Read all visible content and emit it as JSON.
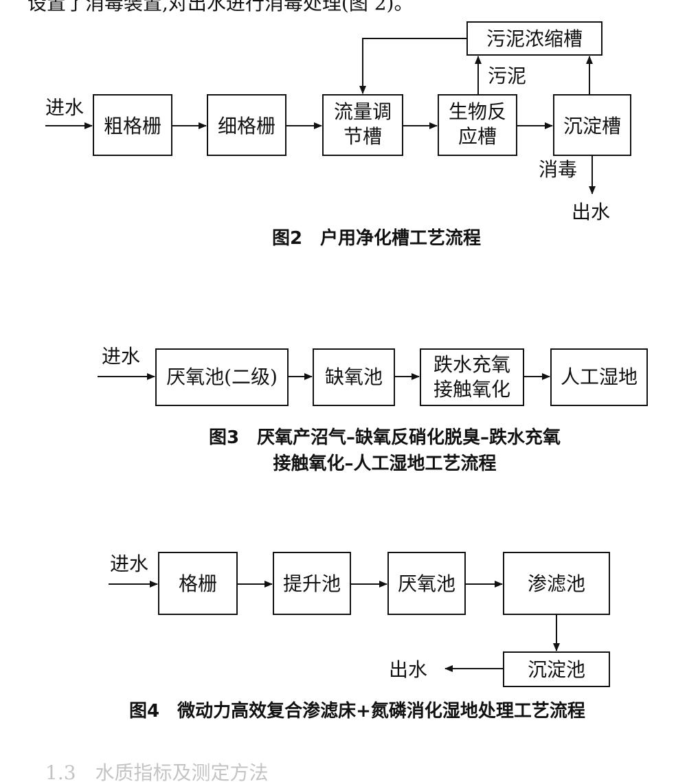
{
  "top_text": "设置了消毒装置,对出水进行消毒处理(图 2)。",
  "fig2": {
    "input": "进水",
    "sludge_tank": "污泥浓缩槽",
    "sludge": "污泥",
    "coarse_grid": "粗格栅",
    "fine_grid": "细格栅",
    "flow_tank_l1": "流量调",
    "flow_tank_l2": "节槽",
    "bio_l1": "生物反",
    "bio_l2": "应槽",
    "sedimentation": "沉淀槽",
    "disinfection": "消毒",
    "output": "出水",
    "caption": "图2　户用净化槽工艺流程"
  },
  "fig3": {
    "input": "进水",
    "anaerobic": "厌氧池(二级)",
    "anoxic": "缺氧池",
    "drop_l1": "跌水充氧",
    "drop_l2": "接触氧化",
    "wetland": "人工湿地",
    "caption_l1": "图3　厌氧产沼气–缺氧反硝化脱臭–跌水充氧",
    "caption_l2": "接触氧化–人工湿地工艺流程"
  },
  "fig4": {
    "input": "进水",
    "grid": "格栅",
    "lift": "提升池",
    "anaerobic": "厌氧池",
    "filter": "渗滤池",
    "sedimentation": "沉淀池",
    "output": "出水",
    "caption": "图4　微动力高效复合渗滤床+氮磷消化湿地处理工艺流程"
  },
  "bottom_text": "1.3　水质指标及测定方法"
}
